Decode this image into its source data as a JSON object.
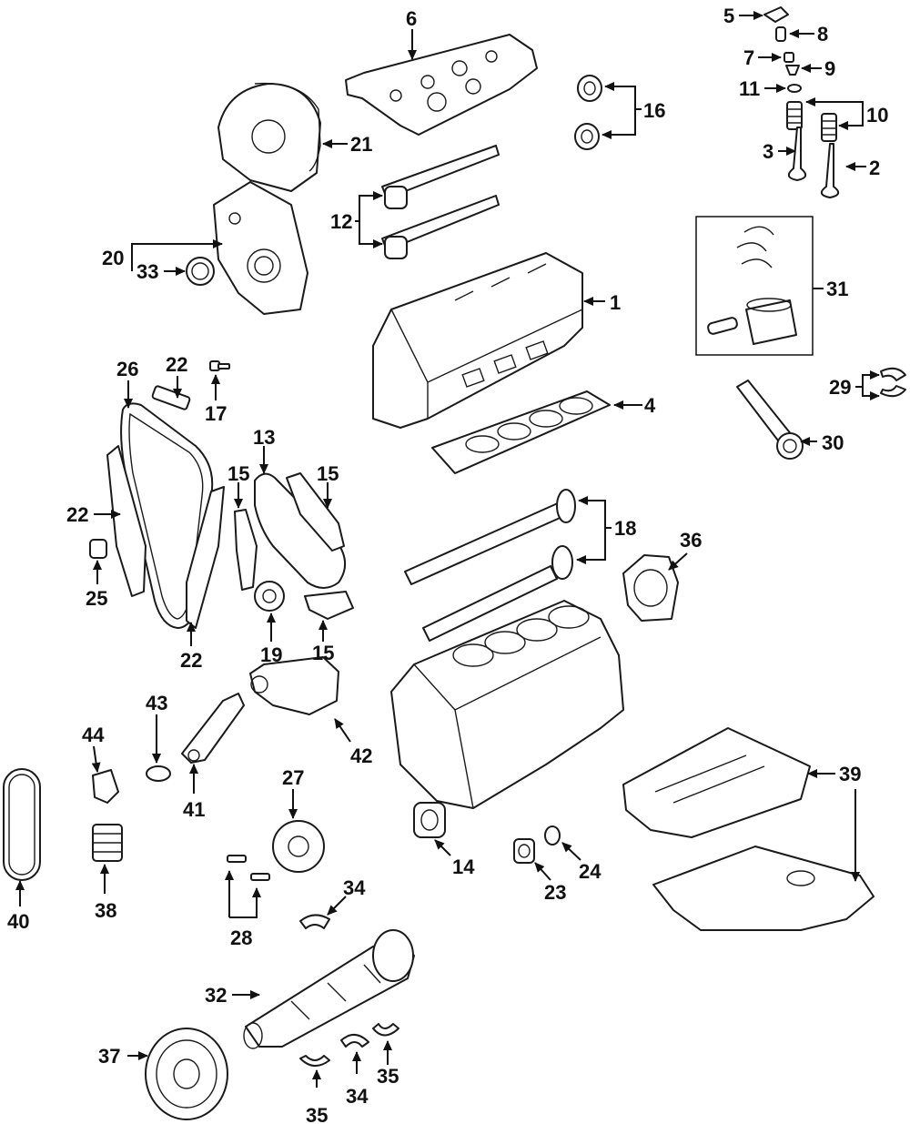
{
  "diagram": {
    "callouts": [
      "1",
      "2",
      "3",
      "4",
      "5",
      "6",
      "7",
      "8",
      "9",
      "10",
      "11",
      "12",
      "13",
      "14",
      "15",
      "16",
      "17",
      "18",
      "19",
      "20",
      "21",
      "22",
      "23",
      "24",
      "25",
      "26",
      "27",
      "28",
      "29",
      "30",
      "31",
      "32",
      "33",
      "34",
      "35",
      "36",
      "37",
      "38",
      "39",
      "40",
      "41",
      "42",
      "43",
      "44"
    ],
    "parts": [
      {
        "id": "cylinder-head",
        "label": "1"
      },
      {
        "id": "exhaust-valve",
        "label": "2"
      },
      {
        "id": "intake-valve",
        "label": "3"
      },
      {
        "id": "head-gasket",
        "label": "4"
      },
      {
        "id": "rocker-arm",
        "label": "5"
      },
      {
        "id": "valve-cover",
        "label": "6"
      },
      {
        "id": "valve-keeper",
        "label": "7"
      },
      {
        "id": "lash-adjuster",
        "label": "8"
      },
      {
        "id": "valve-retainer",
        "label": "9"
      },
      {
        "id": "valve-springs",
        "label": "10"
      },
      {
        "id": "valve-seal",
        "label": "11"
      },
      {
        "id": "camshafts-upper",
        "label": "12"
      },
      {
        "id": "timing-chain-small",
        "label": "13"
      },
      {
        "id": "oil-filter-housing",
        "label": "14"
      },
      {
        "id": "chain-guides",
        "label": "15"
      },
      {
        "id": "cam-gears",
        "label": "16"
      },
      {
        "id": "sensor-bolt",
        "label": "17"
      },
      {
        "id": "camshafts-lower",
        "label": "18"
      },
      {
        "id": "sprocket",
        "label": "19"
      },
      {
        "id": "timing-cover",
        "label": "20"
      },
      {
        "id": "upper-timing-cover",
        "label": "21"
      },
      {
        "id": "chain-tensioner-rails",
        "label": "22"
      },
      {
        "id": "plug",
        "label": "23"
      },
      {
        "id": "o-ring",
        "label": "24"
      },
      {
        "id": "tensioner",
        "label": "25"
      },
      {
        "id": "timing-chain",
        "label": "26"
      },
      {
        "id": "flex-plate",
        "label": "27"
      },
      {
        "id": "bolts",
        "label": "28"
      },
      {
        "id": "rod-bearings",
        "label": "29"
      },
      {
        "id": "connecting-rod",
        "label": "30"
      },
      {
        "id": "piston-kit",
        "label": "31"
      },
      {
        "id": "crankshaft",
        "label": "32"
      },
      {
        "id": "front-seal",
        "label": "33"
      },
      {
        "id": "main-bearings",
        "label": "34"
      },
      {
        "id": "thrust-washers",
        "label": "35"
      },
      {
        "id": "rear-seal",
        "label": "36"
      },
      {
        "id": "crank-pulley",
        "label": "37"
      },
      {
        "id": "oil-cooler",
        "label": "38"
      },
      {
        "id": "upper-oil-pan",
        "label": "39"
      },
      {
        "id": "serpentine-belt",
        "label": "40"
      },
      {
        "id": "oil-pickup",
        "label": "41"
      },
      {
        "id": "oil-pump",
        "label": "42"
      },
      {
        "id": "gasket-ring",
        "label": "43"
      },
      {
        "id": "bracket",
        "label": "44"
      }
    ]
  }
}
